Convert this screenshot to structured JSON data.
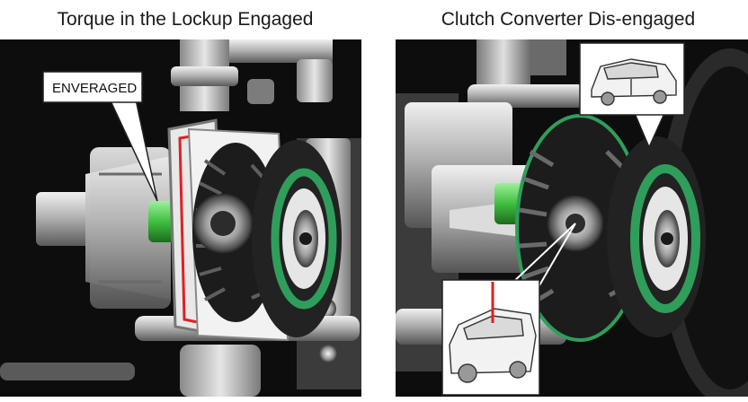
{
  "panels": {
    "left": {
      "title": "Torque in the Lockup Engaged",
      "callout": "ENVERAGED"
    },
    "right": {
      "title": "Clutch Converter Dis-engaged"
    }
  },
  "colors": {
    "background": "#0d0d0d",
    "metal_light": "#d9d9d9",
    "metal_mid": "#9a9a9a",
    "metal_dark": "#4a4a4a",
    "clutch_ring": "#2f9e5b",
    "shaft_green": "#3fbf3f",
    "highlight_red": "#e02020"
  },
  "icons": {
    "car_inset_top": "classic-car-icon",
    "car_inset_bottom": "convertible-car-icon"
  }
}
